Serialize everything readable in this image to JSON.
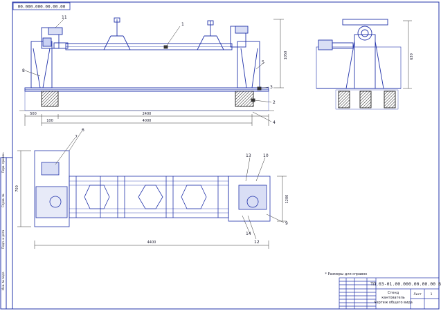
{
  "sheet": {
    "designation_top": "00.000.000.00.00.00",
    "note": "* Размеры для справок",
    "title_block": {
      "designation": "ТП.03-01.00.000.00.00.00 ВО",
      "name_line1": "Стенд",
      "name_line2": "кантователь",
      "name_line3": "Чертеж общего вида",
      "sheet_label": "Лист",
      "sheet_count": "1"
    }
  },
  "callouts": [
    "1",
    "2",
    "3",
    "4",
    "5",
    "6",
    "7",
    "8",
    "9",
    "10",
    "11",
    "12",
    "13",
    "14"
  ],
  "dimensions": {
    "front_length": "2400",
    "front_total": "4000",
    "front_left": "500",
    "front_offset": "100",
    "front_height": "1050",
    "side_height": "630",
    "plan_length": "4400",
    "plan_width": "1200",
    "plan_left_width": "700"
  },
  "colors": {
    "line": "#2233aa",
    "hatch": "#2b2b2b",
    "text": "#1a1a2e",
    "frame": "#2233aa"
  }
}
